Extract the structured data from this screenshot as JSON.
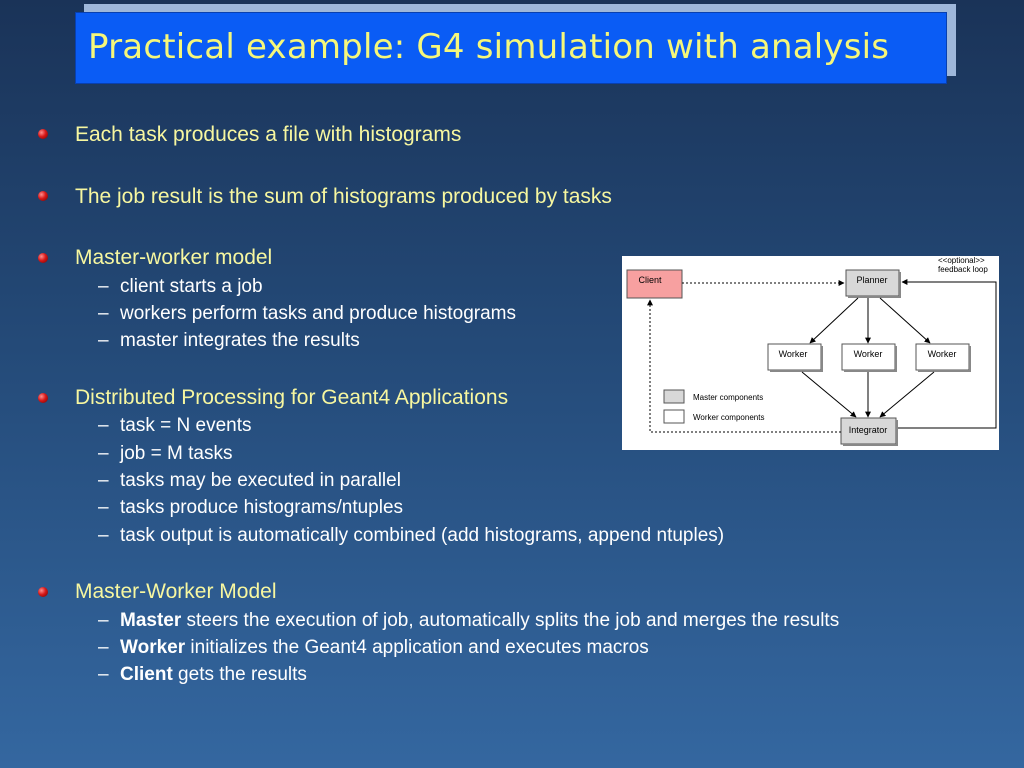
{
  "slide": {
    "title": "Practical example: G4 simulation with analysis"
  },
  "bullets": {
    "b1": "Each task produces a file with histograms",
    "b2": "The job result is the sum of histograms produced by tasks",
    "b3": "Master-worker model",
    "b3_subs": [
      "client starts a job",
      "workers perform tasks and produce histograms",
      "master integrates the results"
    ],
    "b4": "Distributed Processing for Geant4 Applications",
    "b4_subs": [
      "task = N events",
      "job = M tasks",
      "tasks may be executed in parallel",
      "tasks produce histograms/ntuples",
      "task output is automatically combined (add histograms, append ntuples)"
    ],
    "b5": "Master-Worker Model",
    "b5_subs": [
      {
        "bold": "Master",
        "rest": " steers the execution of job, automatically splits the job and merges the results"
      },
      {
        "bold": "Worker",
        "rest": " initializes the Geant4 application and executes macros"
      },
      {
        "bold": "Client",
        "rest": " gets the results"
      }
    ],
    "dash": "–"
  },
  "diagram": {
    "client": "Client",
    "planner": "Planner",
    "worker": "Worker",
    "integrator": "Integrator",
    "optional_line1": "<<optional>>",
    "optional_line2": "feedback loop",
    "legend_master": "Master components",
    "legend_worker": "Worker components"
  },
  "colors": {
    "title_bg": "#0a5cf5",
    "title_text": "#f6f77a",
    "bullet_text": "#f7f7a0",
    "sub_text": "#ffffff",
    "client_box": "#f7a0a0",
    "master_box": "#d8d8d8"
  }
}
